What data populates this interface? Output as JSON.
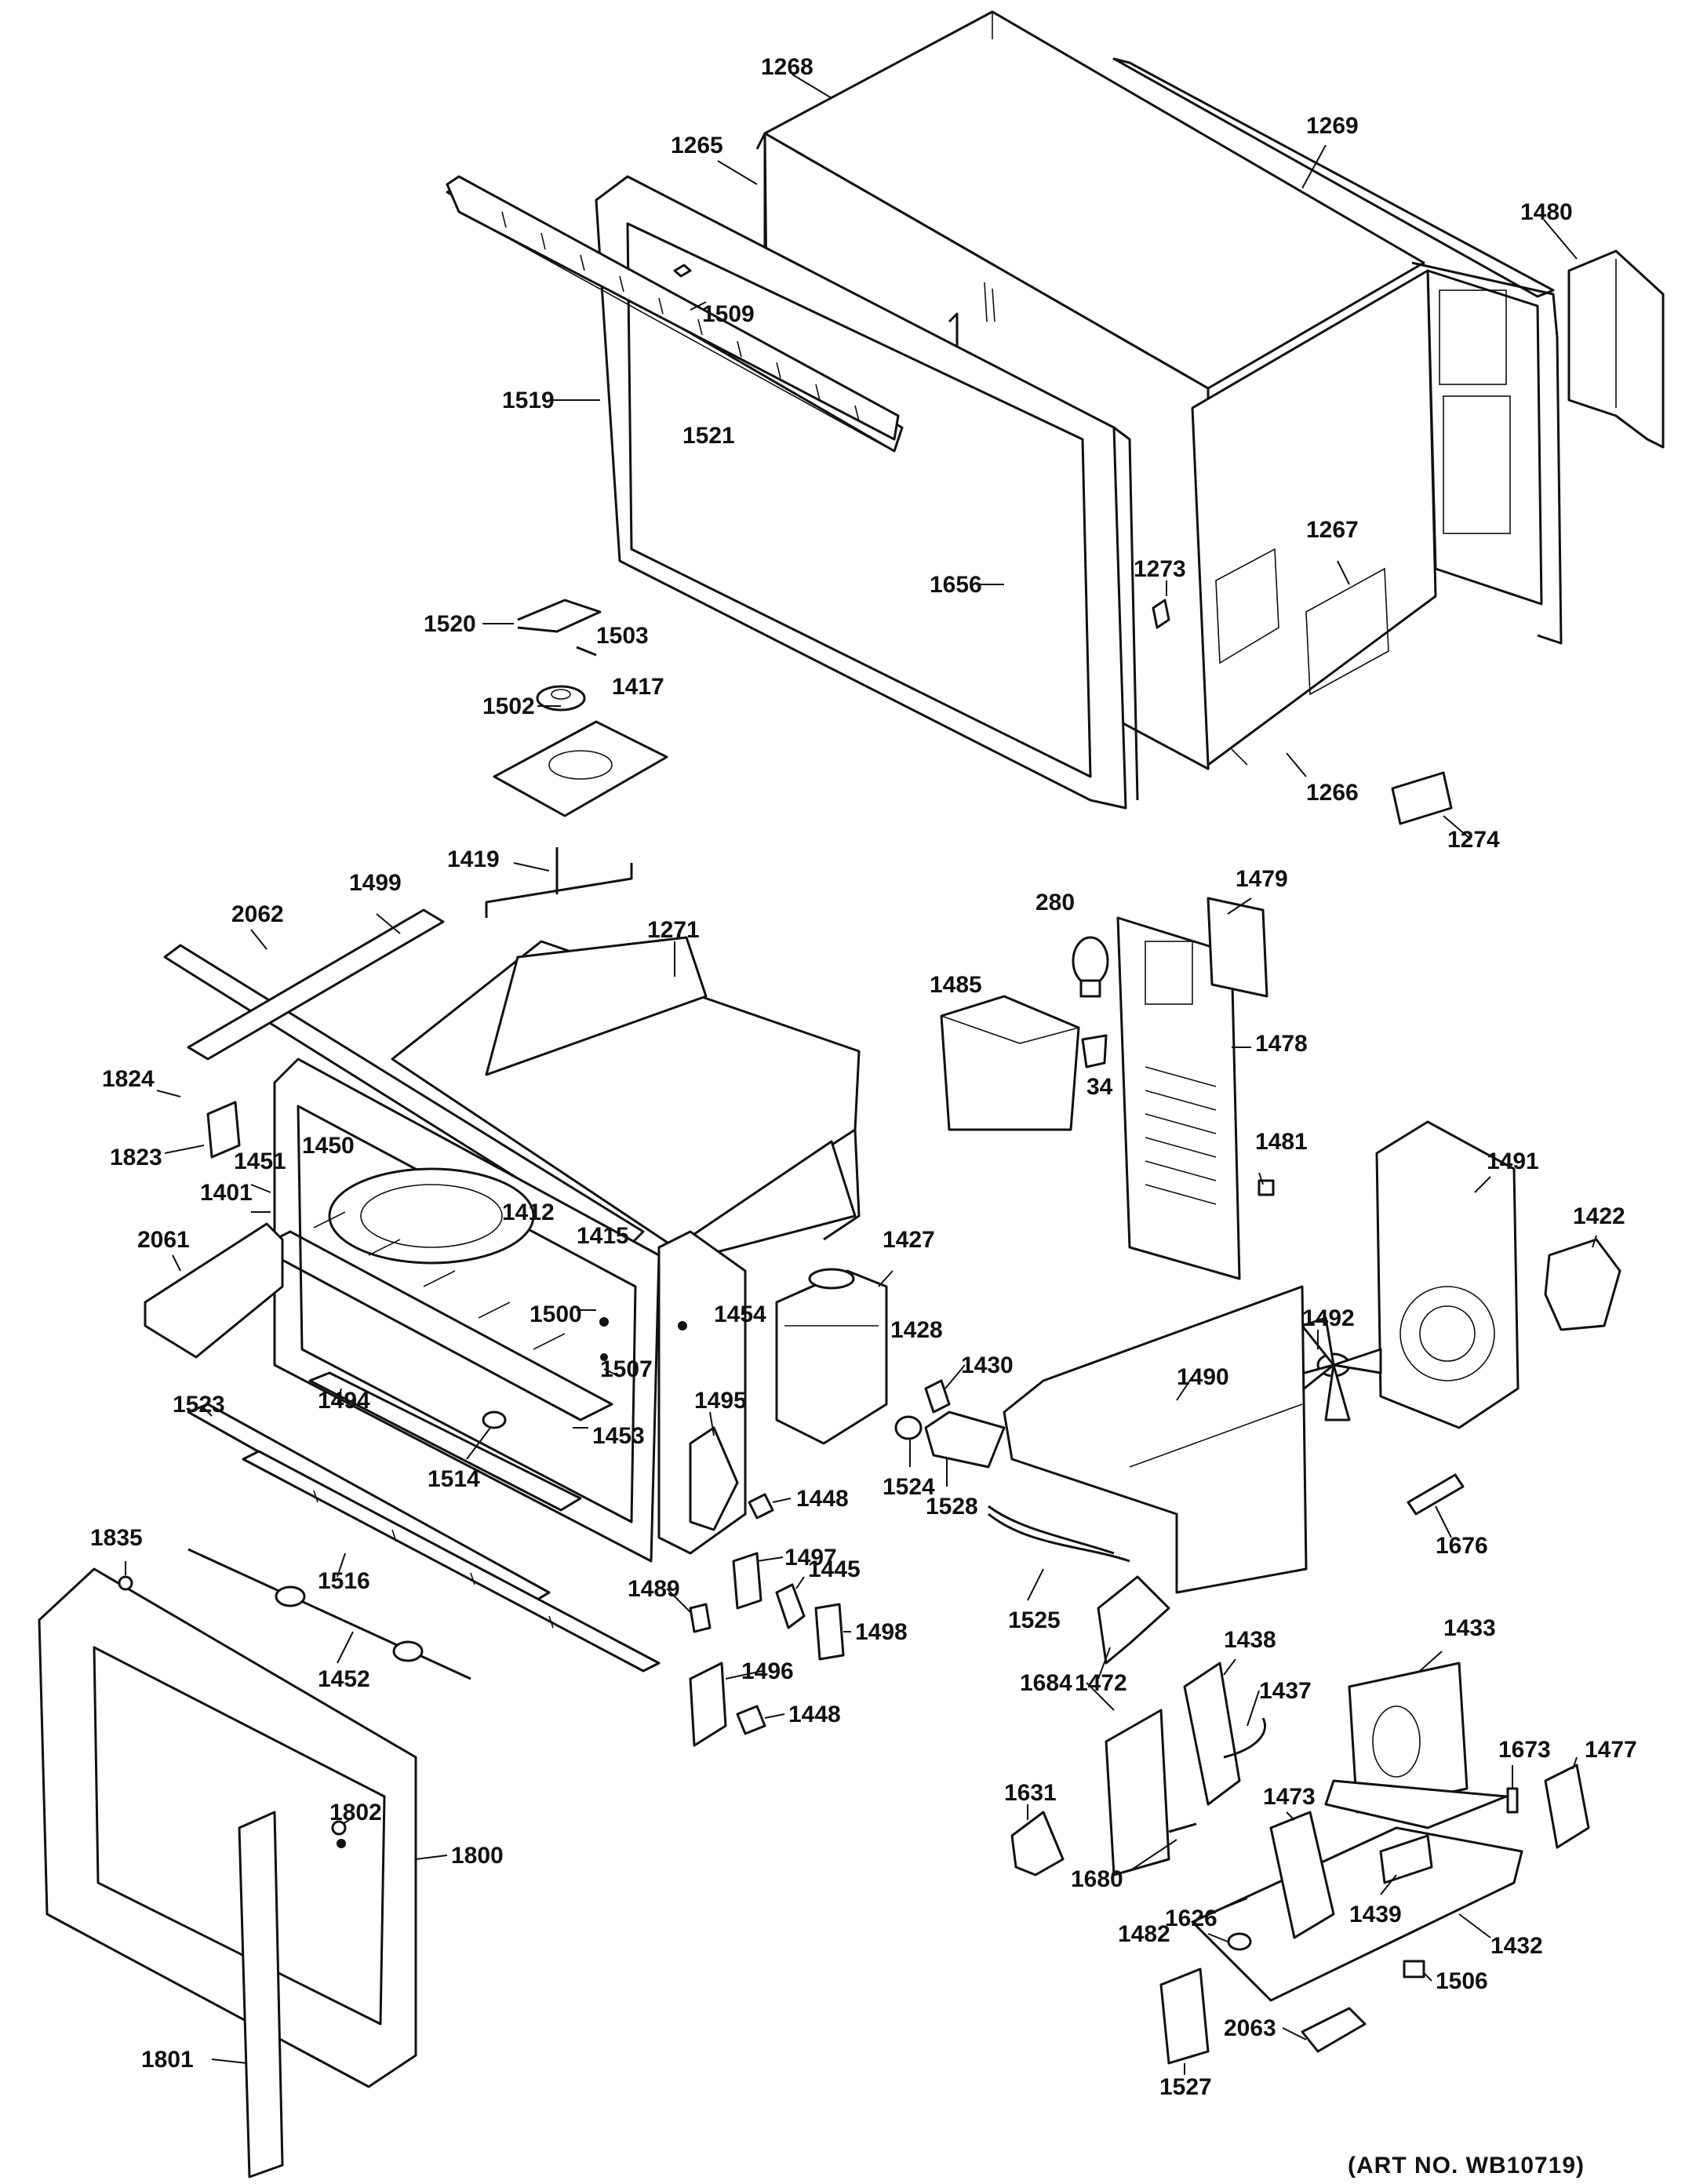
{
  "art_number": "(ART NO. WB10719)",
  "part_labels": {
    "p1268": "1268",
    "p1269": "1269",
    "p1265": "1265",
    "p1480": "1480",
    "p1509": "1509",
    "p1519": "1519",
    "p1521": "1521",
    "p1267": "1267",
    "p1273": "1273",
    "p1656": "1656",
    "p1520": "1520",
    "p1503": "1503",
    "p1502": "1502",
    "p1417": "1417",
    "p1266": "1266",
    "p1274": "1274",
    "p1419": "1419",
    "p1499": "1499",
    "p2062": "2062",
    "p1271": "1271",
    "p1479": "1479",
    "p280": "280",
    "p1485": "1485",
    "p1478": "1478",
    "p34": "34",
    "p1824": "1824",
    "p1823": "1823",
    "p1451": "1451",
    "p1450": "1450",
    "p1401": "1401",
    "p1481": "1481",
    "p1491": "1491",
    "p1412": "1412",
    "p1415": "1415",
    "p1427": "1427",
    "p1422": "1422",
    "p2061": "2061",
    "p1500": "1500",
    "p1454": "1454",
    "p1428": "1428",
    "p1492": "1492",
    "p1507": "1507",
    "p1430": "1430",
    "p1490": "1490",
    "p1523": "1523",
    "p1494": "1494",
    "p1453": "1453",
    "p1495": "1495",
    "p1514": "1514",
    "p1524": "1524",
    "p1528": "1528",
    "p1676": "1676",
    "p1448a": "1448",
    "p1835": "1835",
    "p1516": "1516",
    "p1497": "1497",
    "p1445": "1445",
    "p1489": "1489",
    "p1498": "1498",
    "p1525": "1525",
    "p1438": "1438",
    "p1433": "1433",
    "p1684": "1684",
    "p1472": "1472",
    "p1452": "1452",
    "p1496": "1496",
    "p1448b": "1448",
    "p1437": "1437",
    "p1673": "1673",
    "p1477": "1477",
    "p1631": "1631",
    "p1802": "1802",
    "p1473": "1473",
    "p1800": "1800",
    "p1680": "1680",
    "p1626": "1626",
    "p1439": "1439",
    "p1482": "1482",
    "p1432": "1432",
    "p1801": "1801",
    "p1506": "1506",
    "p2063": "2063",
    "p1527": "1527"
  }
}
